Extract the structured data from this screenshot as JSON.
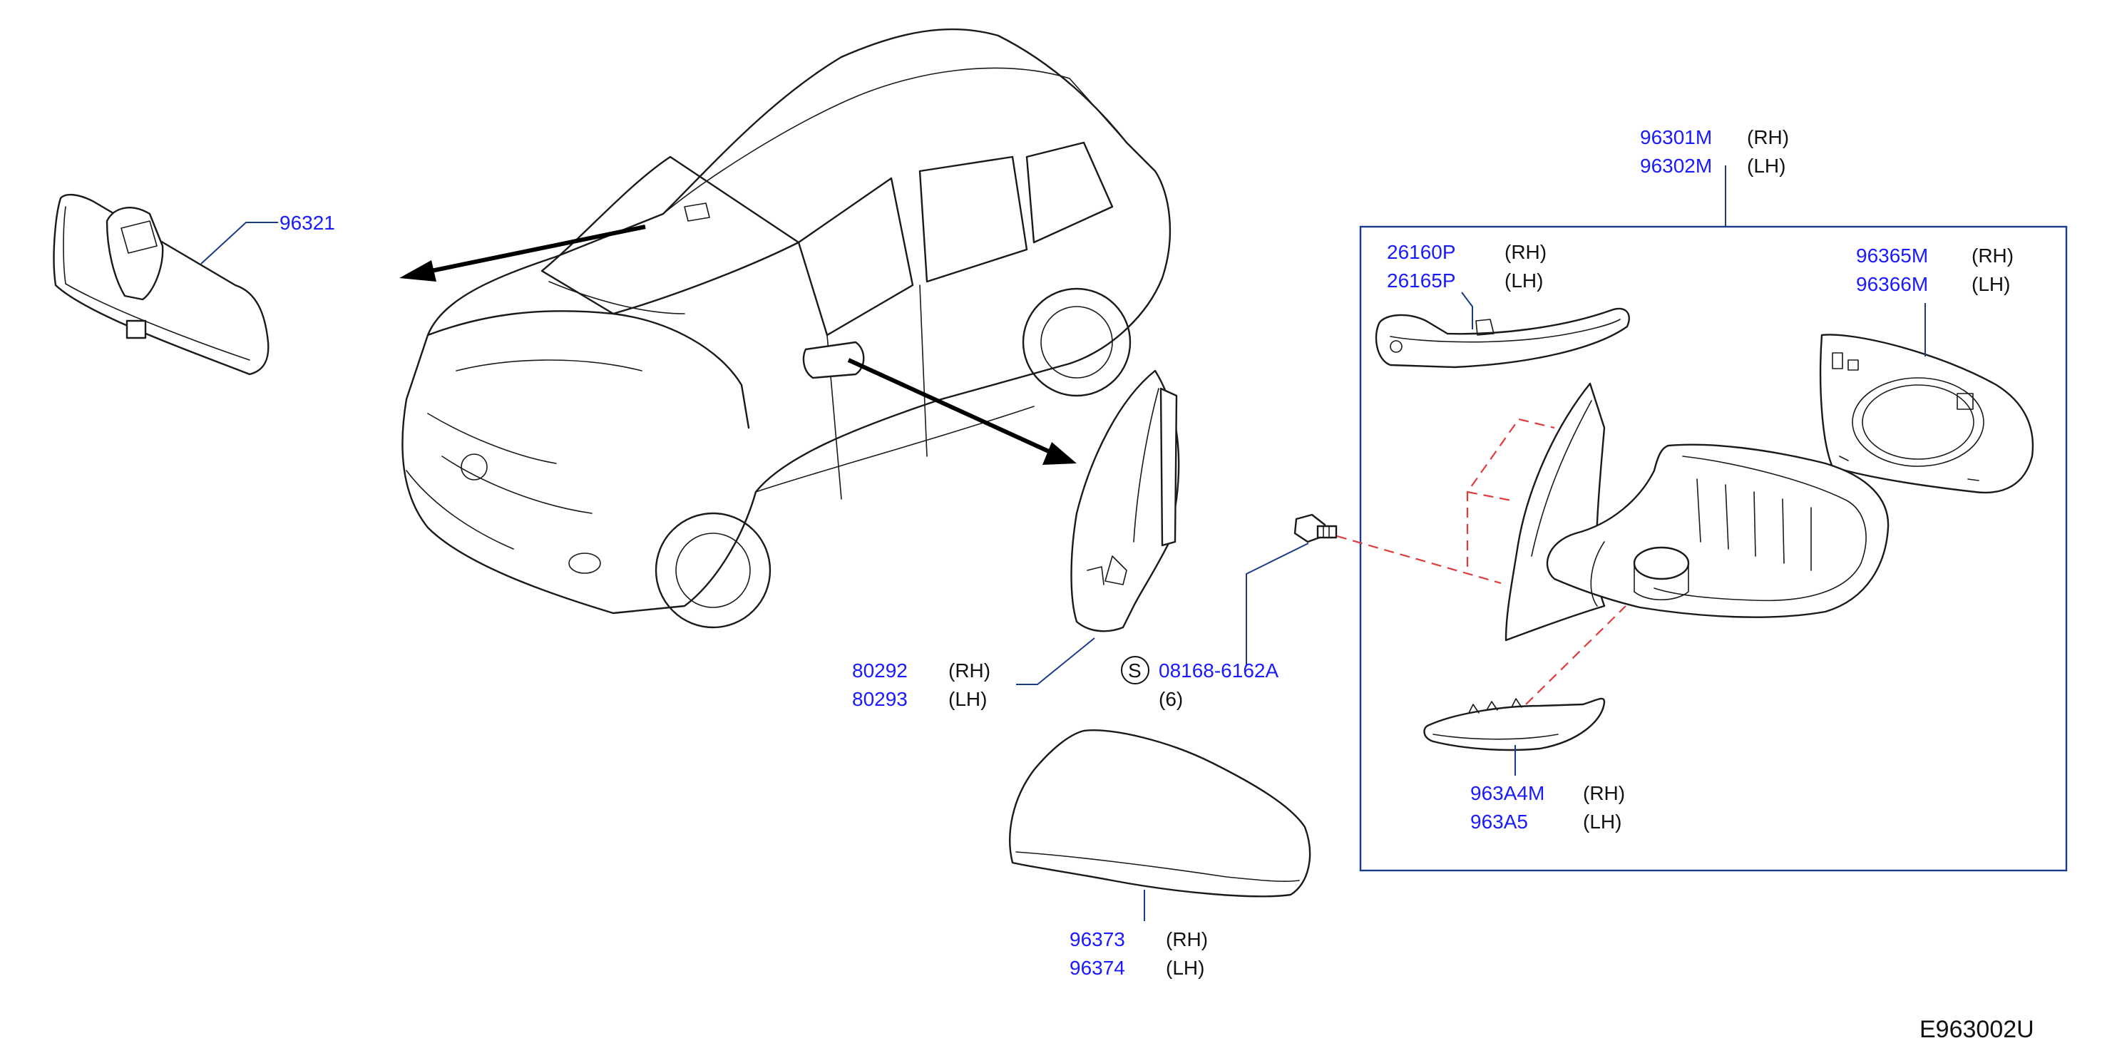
{
  "colors": {
    "part_number": "#1a1aff",
    "text": "#111111",
    "leader_line": "#1a3a8a",
    "assembly_path": "#e23a3a",
    "line_art": "#1a1a1a"
  },
  "callouts": {
    "rearview_mirror": {
      "number": "96321"
    },
    "mirror_assembly": {
      "rh": {
        "number": "96301M",
        "side": "(RH)"
      },
      "lh": {
        "number": "96302M",
        "side": "(LH)"
      }
    },
    "turn_signal_lamp": {
      "rh": {
        "number": "26160P",
        "side": "(RH)"
      },
      "lh": {
        "number": "26165P",
        "side": "(LH)"
      }
    },
    "mirror_glass": {
      "rh": {
        "number": "96365M",
        "side": "(RH)"
      },
      "lh": {
        "number": "96366M",
        "side": "(LH)"
      }
    },
    "corner_finisher": {
      "rh": {
        "number": "80292",
        "side": "(RH)"
      },
      "lh": {
        "number": "80293",
        "side": "(LH)"
      }
    },
    "bolt": {
      "symbol": "S",
      "number": "08168-6162A",
      "qty": "(6)"
    },
    "lower_cover": {
      "rh": {
        "number": "963A4M",
        "side": "(RH)"
      },
      "lh": {
        "number": "963A5",
        "side": "(LH)"
      }
    },
    "mirror_cover": {
      "rh": {
        "number": "96373",
        "side": "(RH)"
      },
      "lh": {
        "number": "96374",
        "side": "(LH)"
      }
    }
  },
  "figure_code": "E963002U",
  "icons": {
    "vehicle": "suv-line-drawing",
    "rearview_mirror": "rearview-mirror-drawing",
    "corner_finisher": "corner-finisher-drawing",
    "bolt": "bolt-drawing",
    "mirror_housing": "mirror-housing-drawing",
    "mirror_glass": "mirror-glass-drawing",
    "turn_signal": "turn-signal-drawing",
    "lower_cover": "lower-cover-drawing",
    "mirror_cover": "mirror-cover-drawing"
  }
}
